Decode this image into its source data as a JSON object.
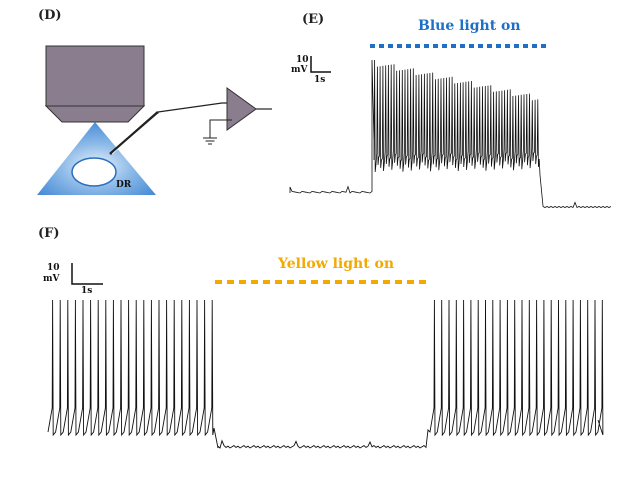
{
  "panels": {
    "D": {
      "label": "(D)",
      "region_label": "DR"
    },
    "E": {
      "label": "(E)",
      "light_label": "Blue light on",
      "light_color": "#1f6fc6",
      "scale_v": "10",
      "scale_unit": "mV",
      "scale_t": "1s"
    },
    "F": {
      "label": "(F)",
      "light_label": "Yellow light on",
      "light_color": "#f2a900",
      "scale_v": "10",
      "scale_unit": "mV",
      "scale_t": "1s"
    }
  },
  "colors": {
    "objective_fill": "#8a7d8e",
    "light_cone": "#4a90d9",
    "trace": "#111111",
    "amplifier_fill": "#8a7d8e"
  }
}
